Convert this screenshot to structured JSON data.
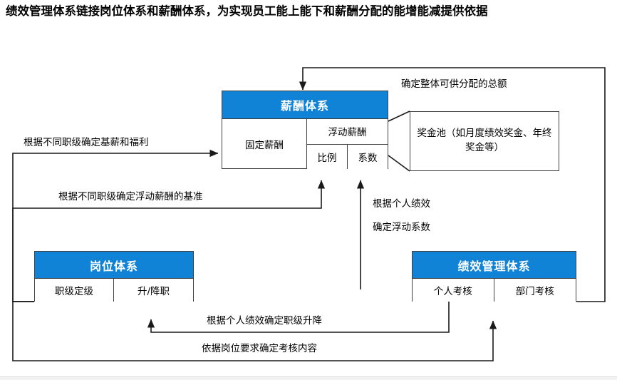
{
  "title": "绩效管理体系链接岗位体系和薪酬体系，为实现员工能上能下和薪酬分配的能增能减提供依据",
  "colors": {
    "header_blue": "#1083d6",
    "border_gray": "#404040",
    "text_black": "#000000",
    "header_text": "#ffffff"
  },
  "boxes": {
    "compensation": {
      "header": "薪酬体系",
      "fixed": "固定薪酬",
      "floating": "浮动薪酬",
      "ratio": "比例",
      "coefficient": "系数"
    },
    "position": {
      "header": "岗位体系",
      "grading": "职级定级",
      "promotion": "升/降职"
    },
    "performance": {
      "header": "绩效管理体系",
      "individual": "个人考核",
      "department": "部门考核"
    }
  },
  "callout": {
    "bonus_pool": "奖金池（如月度绩效奖金、年终奖金等）"
  },
  "labels": {
    "total_amount": "确定整体可供分配的总额",
    "base_salary_benefits": "根据不同职级确定基薪和福利",
    "floating_baseline": "根据不同职级确定浮动薪酬的基准",
    "individual_perf_line1": "根据个人绩效",
    "individual_perf_line2": "确定浮动系数",
    "grade_change": "根据个人绩效确定职级升降",
    "assessment_content": "依据岗位要求确定考核内容"
  }
}
